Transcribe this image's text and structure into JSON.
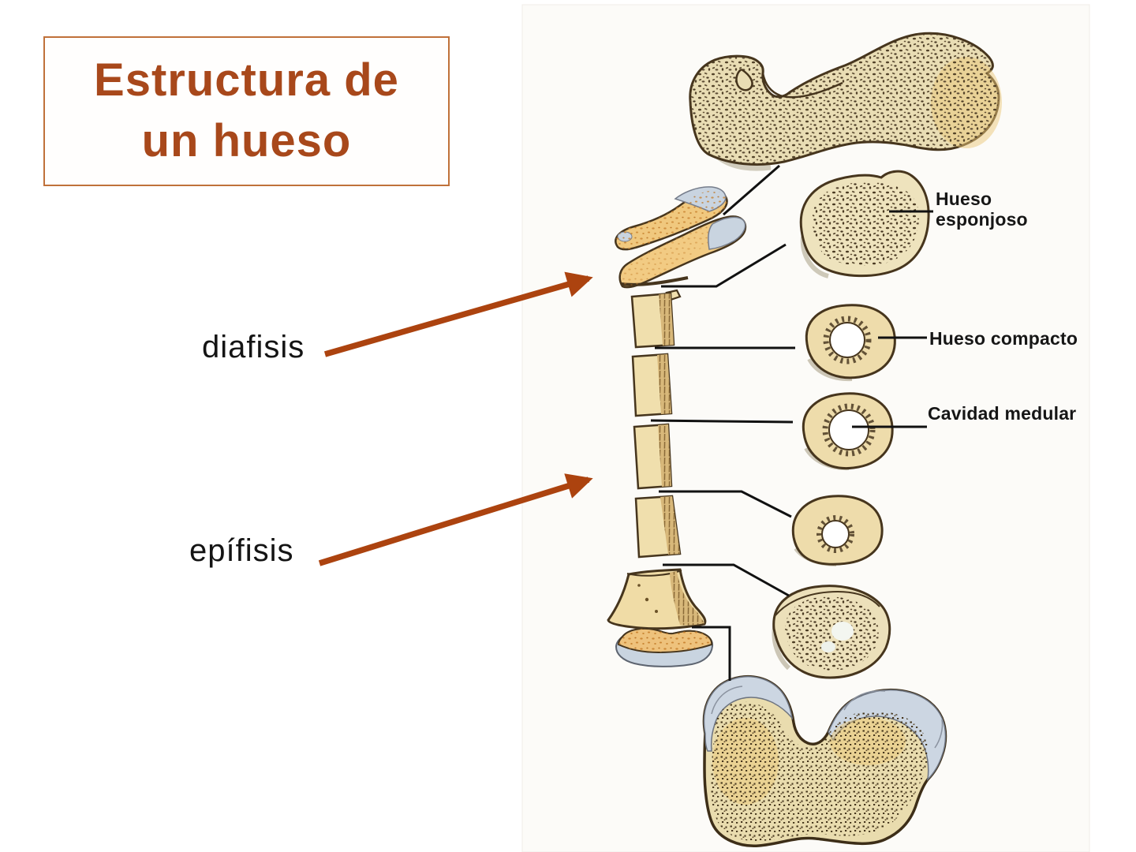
{
  "slide": {
    "title": {
      "line1": "Estructura de",
      "line2": "un hueso"
    },
    "left_labels": {
      "diafisis": "diafisis",
      "epifisis": "epífisis"
    },
    "annotations": {
      "hueso_esponjoso": "Hueso esponjoso",
      "hueso_compacto": "Hueso compacto",
      "cavidad_medular": "Cavidad medular"
    },
    "colors": {
      "title_brown": "#a8481b",
      "title_border": "#c0713a",
      "arrow_red": "#ac430f",
      "label_black": "#141414",
      "bone_cream": "#e9dcb0",
      "bone_orange": "#f0c87e",
      "cartilage_blue": "#ccd6e2",
      "outline_brown": "#46351d"
    }
  }
}
